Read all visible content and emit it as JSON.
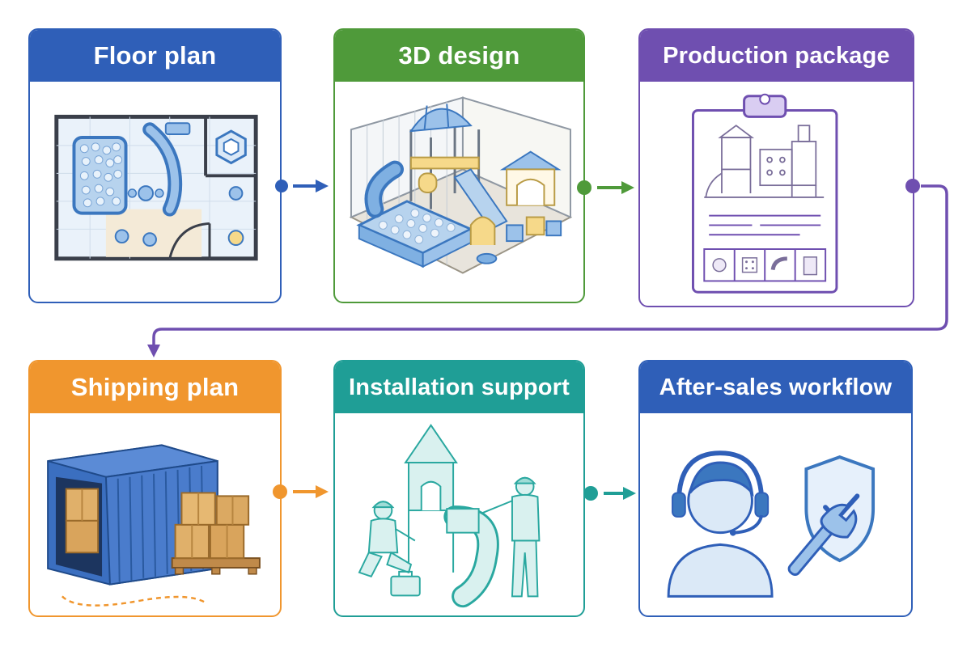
{
  "steps": [
    {
      "title": "Floor plan",
      "color": "#2f5fb8",
      "icon": "floor-plan-illustration"
    },
    {
      "title": "3D design",
      "color": "#4f9a3a",
      "icon": "3d-playground-illustration"
    },
    {
      "title": "Production package",
      "color": "#6f4fb0",
      "icon": "clipboard-blueprint-illustration"
    },
    {
      "title": "Shipping plan",
      "color": "#f0962e",
      "icon": "shipping-container-illustration"
    },
    {
      "title": "Installation support",
      "color": "#1f9e96",
      "icon": "installation-workers-illustration"
    },
    {
      "title": "After-sales workflow",
      "color": "#2f5fb8",
      "icon": "support-agent-illustration"
    }
  ]
}
